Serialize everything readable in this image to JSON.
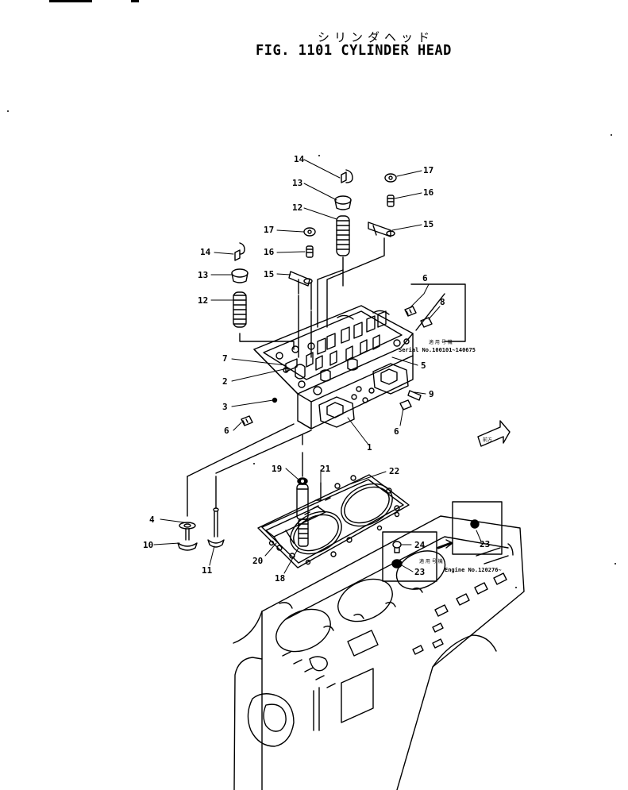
{
  "header": {
    "subtitle_jp": "シリンダヘッド",
    "title": "FIG. 1101 CYLINDER HEAD"
  },
  "callouts": [
    {
      "id": "c14a",
      "text": "14"
    },
    {
      "id": "c13a",
      "text": "13"
    },
    {
      "id": "c12a",
      "text": "12"
    },
    {
      "id": "c17a",
      "text": "17"
    },
    {
      "id": "c16a",
      "text": "16"
    },
    {
      "id": "c15a",
      "text": "15"
    },
    {
      "id": "c17b",
      "text": "17"
    },
    {
      "id": "c14b",
      "text": "14"
    },
    {
      "id": "c16b",
      "text": "16"
    },
    {
      "id": "c13b",
      "text": "13"
    },
    {
      "id": "c15b",
      "text": "15"
    },
    {
      "id": "c12b",
      "text": "12"
    },
    {
      "id": "c6a",
      "text": "6"
    },
    {
      "id": "c8a",
      "text": "8"
    },
    {
      "id": "c7",
      "text": "7"
    },
    {
      "id": "c5",
      "text": "5"
    },
    {
      "id": "c2",
      "text": "2"
    },
    {
      "id": "c9",
      "text": "9"
    },
    {
      "id": "c3",
      "text": "3"
    },
    {
      "id": "c6b",
      "text": "6"
    },
    {
      "id": "c6c",
      "text": "6"
    },
    {
      "id": "c1",
      "text": "1"
    },
    {
      "id": "c19",
      "text": "19"
    },
    {
      "id": "c21",
      "text": "21"
    },
    {
      "id": "c22",
      "text": "22"
    },
    {
      "id": "c4",
      "text": "4"
    },
    {
      "id": "c10",
      "text": "10"
    },
    {
      "id": "c11",
      "text": "11"
    },
    {
      "id": "c20",
      "text": "20"
    },
    {
      "id": "c18",
      "text": "18"
    },
    {
      "id": "c24",
      "text": "24"
    },
    {
      "id": "c23a",
      "text": "23"
    },
    {
      "id": "c23b",
      "text": "23"
    }
  ],
  "notes": {
    "serial_jp": "適 用 号 機",
    "serial": "Serial No.100101~140675",
    "engine_jp": "適 用 号 機",
    "engine": "Engine No.120276~",
    "front_jp": "前方"
  }
}
